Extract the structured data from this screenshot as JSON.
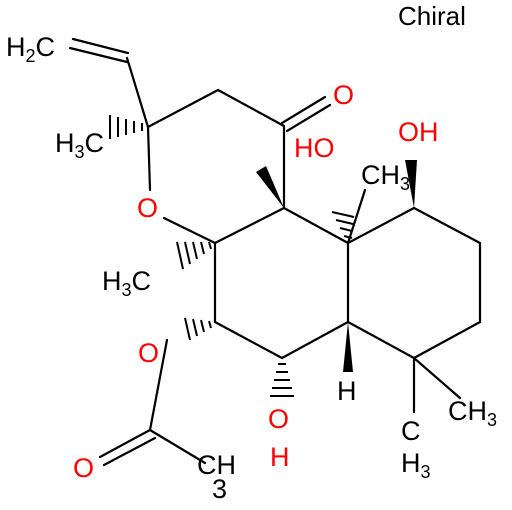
{
  "chirality_label": "Chiral",
  "colors": {
    "bond": "#000000",
    "carbon_text": "#000000",
    "oxygen_text": "#ff0000"
  },
  "labels": {
    "vinyl_ch2": "H2C",
    "ketone_o": "O",
    "ring_o": "O",
    "oh_upper_mid": "HO",
    "oh_upper_right": "OH",
    "ch3_quaternary_left": "H3C",
    "ch3_angular_left": "H3C",
    "ch3_angular_mid": "CH3",
    "ester_o": "O",
    "carbonyl_o": "O",
    "acetyl_ch3": "CH3",
    "oh_lower": "OH",
    "h_ring_fusion": "H",
    "ch3_gem_right": "CH3",
    "ch3_gem_bottom": "CH3"
  }
}
